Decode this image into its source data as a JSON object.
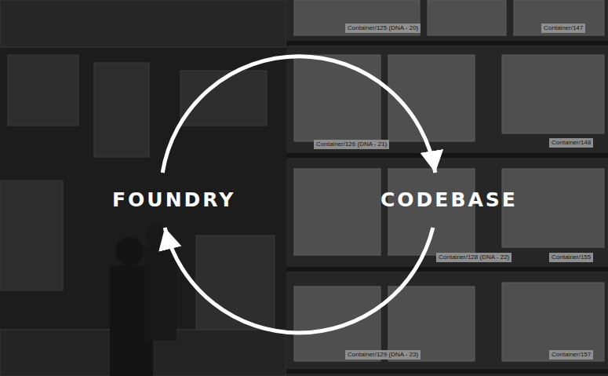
{
  "diagram": {
    "nodes": [
      {
        "text": [
          "FOUNDRY"
        ]
      },
      {
        "text": [
          "CODEBASE"
        ]
      }
    ],
    "edges": [
      {
        "from": 0,
        "to": 1,
        "arrow": "to"
      },
      {
        "from": 1,
        "to": 0,
        "arrow": "to"
      }
    ],
    "labels": [
      "Container/125 (DNA - 20)",
      "Container/147",
      "Container/126 (DNA - 21)",
      "Container/148",
      "Container/128 (DNA - 22)",
      "Container/155",
      "Container/129 (DNA - 23)",
      "Container/157"
    ]
  }
}
